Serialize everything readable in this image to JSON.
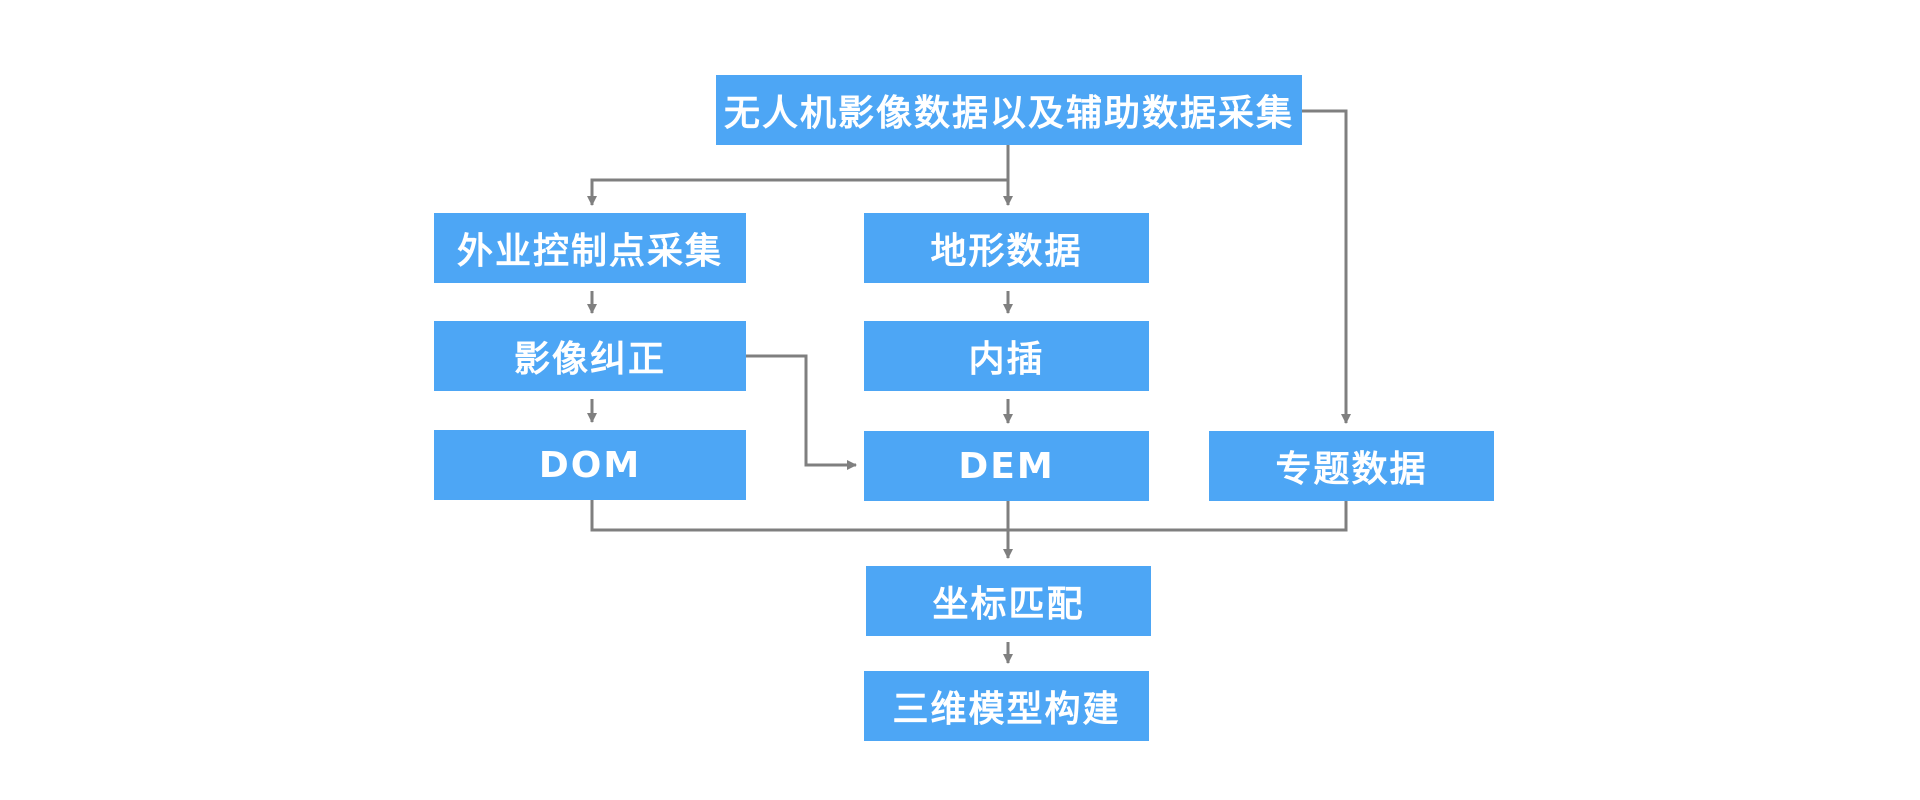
{
  "nodes": {
    "top": "无人机影像数据以及辅助数据采集",
    "gcp": "外业控制点采集",
    "terrain": "地形数据",
    "rectify": "影像纠正",
    "interpolate": "内插",
    "dom": "DOM",
    "dem": "DEM",
    "thematic": "专题数据",
    "match": "坐标匹配",
    "model": "三维模型构建"
  },
  "colors": {
    "box_fill": "#4da6f5",
    "box_text": "#ffffff",
    "arrow": "#7f7f7f"
  }
}
